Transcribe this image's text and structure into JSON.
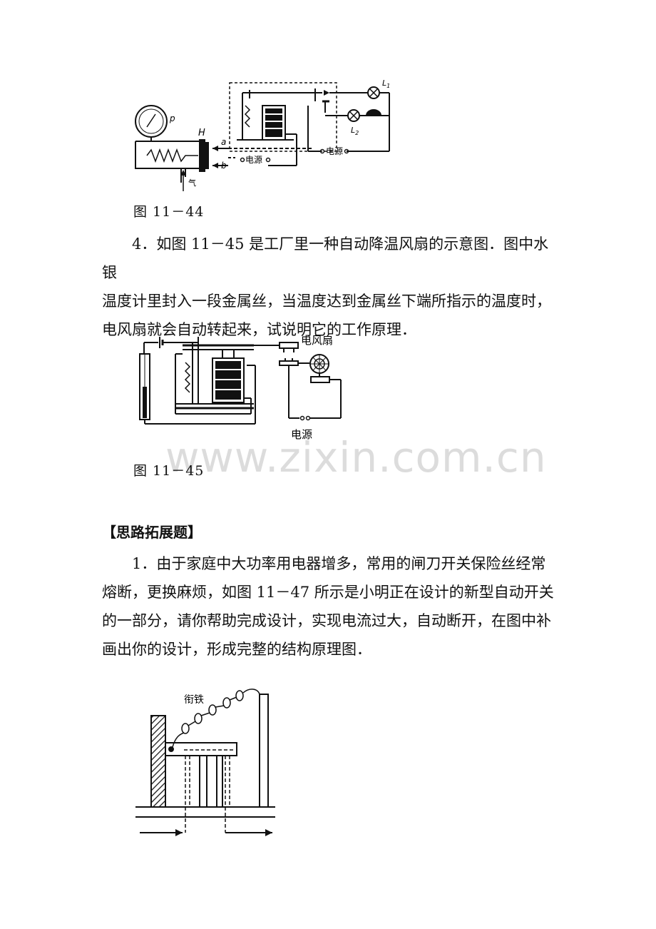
{
  "figures": {
    "fig44": {
      "caption": "图 11－44",
      "labels": {
        "p": "p",
        "H": "H",
        "a": "a",
        "b": "b",
        "power1": "电源",
        "power2": "电源",
        "gas": "气",
        "L1": "L",
        "L1_sub": "1",
        "L2": "L",
        "L2_sub": "2"
      }
    },
    "fig45": {
      "caption": "图 11－45",
      "labels": {
        "fan": "电风扇",
        "power": "电源"
      }
    },
    "fig47": {
      "labels": {
        "armature": "衔铁"
      }
    }
  },
  "question4": {
    "lines": [
      "4．如图 11－45 是工厂里一种自动降温风扇的示意图．图中水银",
      "温度计里封入一段金属丝，当温度达到金属丝下端所指示的温度时，",
      "电风扇就会自动转起来，试说明它的工作原理．"
    ]
  },
  "section": {
    "heading": "【思路拓展题】"
  },
  "question1": {
    "lines": [
      "1．由于家庭中大功率用电器增多，常用的闸刀开关保险丝经常",
      "熔断，更换麻烦，如图 11－47 所示是小明正在设计的新型自动开关",
      "的一部分，请你帮助完成设计，实现电流过大，自动断开，在图中补",
      "画出你的设计，形成完整的结构原理图．"
    ]
  },
  "watermark": "www.zixin.com.cn"
}
